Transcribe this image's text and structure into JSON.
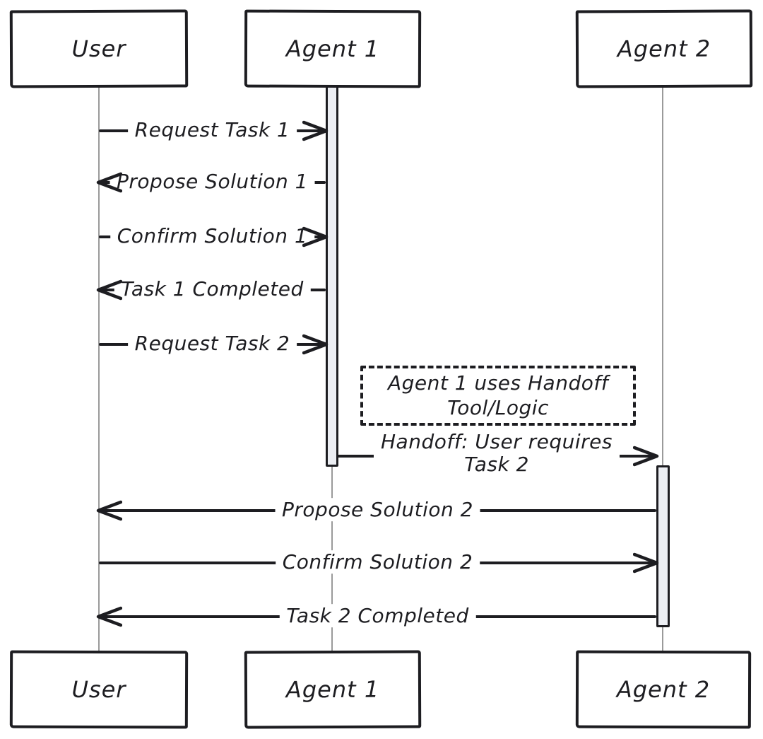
{
  "diagram": {
    "type": "sequence-diagram",
    "style": "hand-drawn",
    "actors": [
      {
        "id": "user",
        "label": "User"
      },
      {
        "id": "agent1",
        "label": "Agent 1"
      },
      {
        "id": "agent2",
        "label": "Agent 2"
      }
    ],
    "messages": [
      {
        "label": "Request Task 1",
        "from": "User",
        "to": "Agent 1",
        "direction": "right"
      },
      {
        "label": "Propose Solution 1",
        "from": "Agent 1",
        "to": "User",
        "direction": "left"
      },
      {
        "label": "Confirm Solution 1",
        "from": "User",
        "to": "Agent 1",
        "direction": "right"
      },
      {
        "label": "Task 1 Completed",
        "from": "Agent 1",
        "to": "User",
        "direction": "left"
      },
      {
        "label": "Request Task 2",
        "from": "User",
        "to": "Agent 1",
        "direction": "right"
      },
      {
        "label_lines": [
          "Handoff: User requires",
          "Task 2"
        ],
        "from": "Agent 1",
        "to": "Agent 2",
        "direction": "right"
      },
      {
        "label": "Propose Solution 2",
        "from": "Agent 2",
        "to": "User",
        "direction": "left"
      },
      {
        "label": "Confirm Solution 2",
        "from": "User",
        "to": "Agent 2",
        "direction": "right"
      },
      {
        "label": "Task 2 Completed",
        "from": "Agent 2",
        "to": "User",
        "direction": "left"
      }
    ],
    "note": {
      "lines": [
        "Agent 1 uses Handoff",
        "Tool/Logic"
      ]
    },
    "colors": {
      "stroke": "#1d1d21",
      "lifeline": "#9a9a9a",
      "activation_fill": "#eceef3",
      "background": "#ffffff"
    }
  }
}
